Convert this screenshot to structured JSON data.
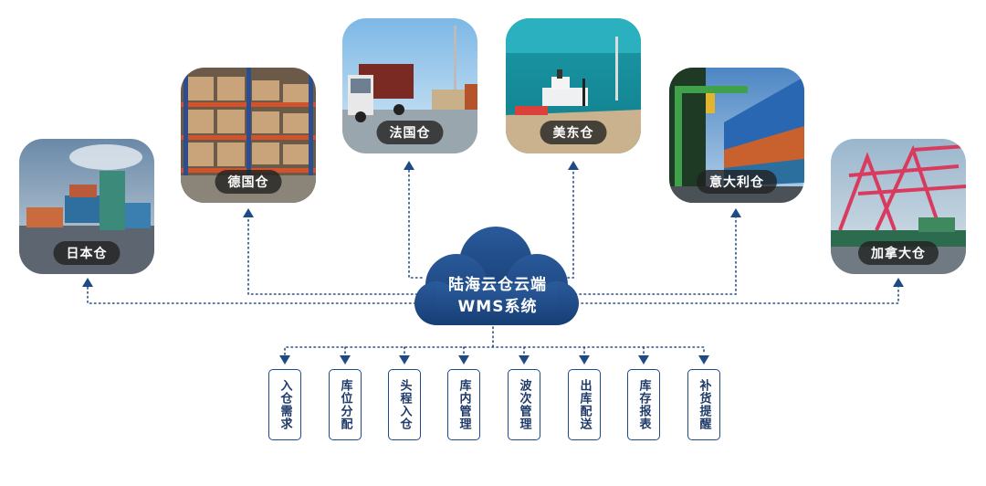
{
  "hub": {
    "line1": "陆海云仓云端",
    "line2": "WMS系统"
  },
  "warehouses": [
    {
      "id": "japan",
      "label": "日本仓",
      "icon": "container-yard-photo"
    },
    {
      "id": "germany",
      "label": "德国仓",
      "icon": "warehouse-racks-photo"
    },
    {
      "id": "france",
      "label": "法国仓",
      "icon": "truck-yard-photo"
    },
    {
      "id": "useast",
      "label": "美东仓",
      "icon": "harbor-ship-photo"
    },
    {
      "id": "italy",
      "label": "意大利仓",
      "icon": "container-crane-photo"
    },
    {
      "id": "canada",
      "label": "加拿大仓",
      "icon": "port-gantry-photo"
    }
  ],
  "modules": [
    "入仓需求",
    "库位分配",
    "头程入仓",
    "库内管理",
    "波次管理",
    "出库配送",
    "库存报表",
    "补货提醒"
  ],
  "colors": {
    "line": "#2a4f86",
    "cloud": "#1e4a86",
    "border": "#1e4a86"
  }
}
